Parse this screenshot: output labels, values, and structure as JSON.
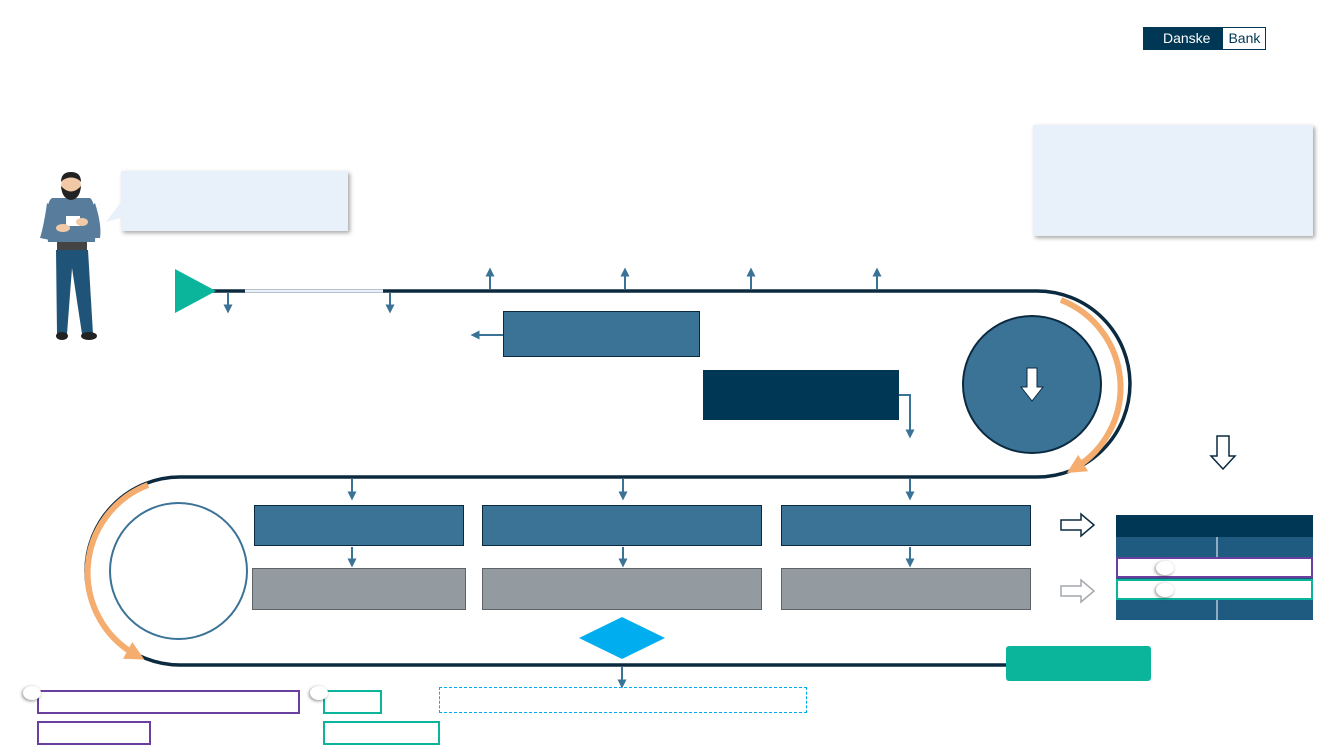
{
  "brand": {
    "logo_part1": "Danske",
    "logo_part2": "Bank"
  },
  "colors": {
    "navy": "#003755",
    "steel_blue": "#3b7397",
    "grey": "#939aa0",
    "orange": "#f5ad6f",
    "teal": "#0bb59b",
    "cyan": "#00aeef",
    "purple": "#6b3fa0",
    "bubble": "#e8f0f9"
  },
  "icons": {
    "person": "person-illustration",
    "start": "play-triangle-icon",
    "decision": "diamond-icon",
    "flow": "arrow-icon"
  }
}
